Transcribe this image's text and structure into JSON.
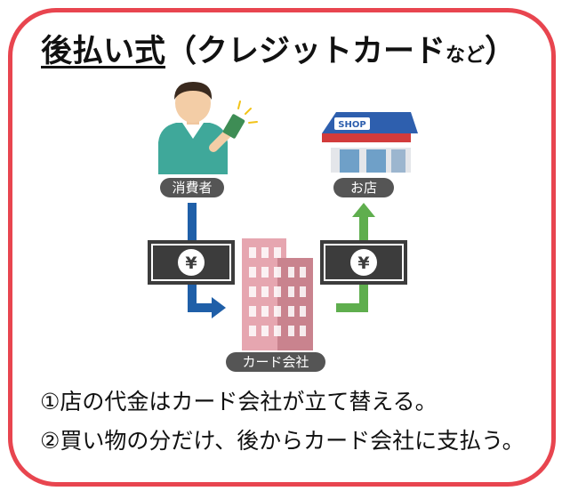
{
  "title": {
    "main": "後払い式",
    "paren_open": "（",
    "sub": "クレジットカード",
    "small": "など",
    "paren_close": "）"
  },
  "diagram": {
    "consumer_label": "消費者",
    "shop_label": "お店",
    "card_company_label": "カード会社",
    "shop_sign": "SHOP",
    "yen_symbol": "¥"
  },
  "notes": [
    "①店の代金はカード会社が立て替える。",
    "②買い物の分だけ、後からカード会社に支払う。"
  ],
  "colors": {
    "frame": "#e8454f",
    "blue_arrow": "#1f5fa8",
    "green_arrow": "#5fae4e",
    "label_pill": "#555555",
    "bill": "#3c3c3c",
    "building_pink": "#e6a6b0",
    "shop_roof": "#2e5fae",
    "shop_awning": "#d23b3b"
  }
}
